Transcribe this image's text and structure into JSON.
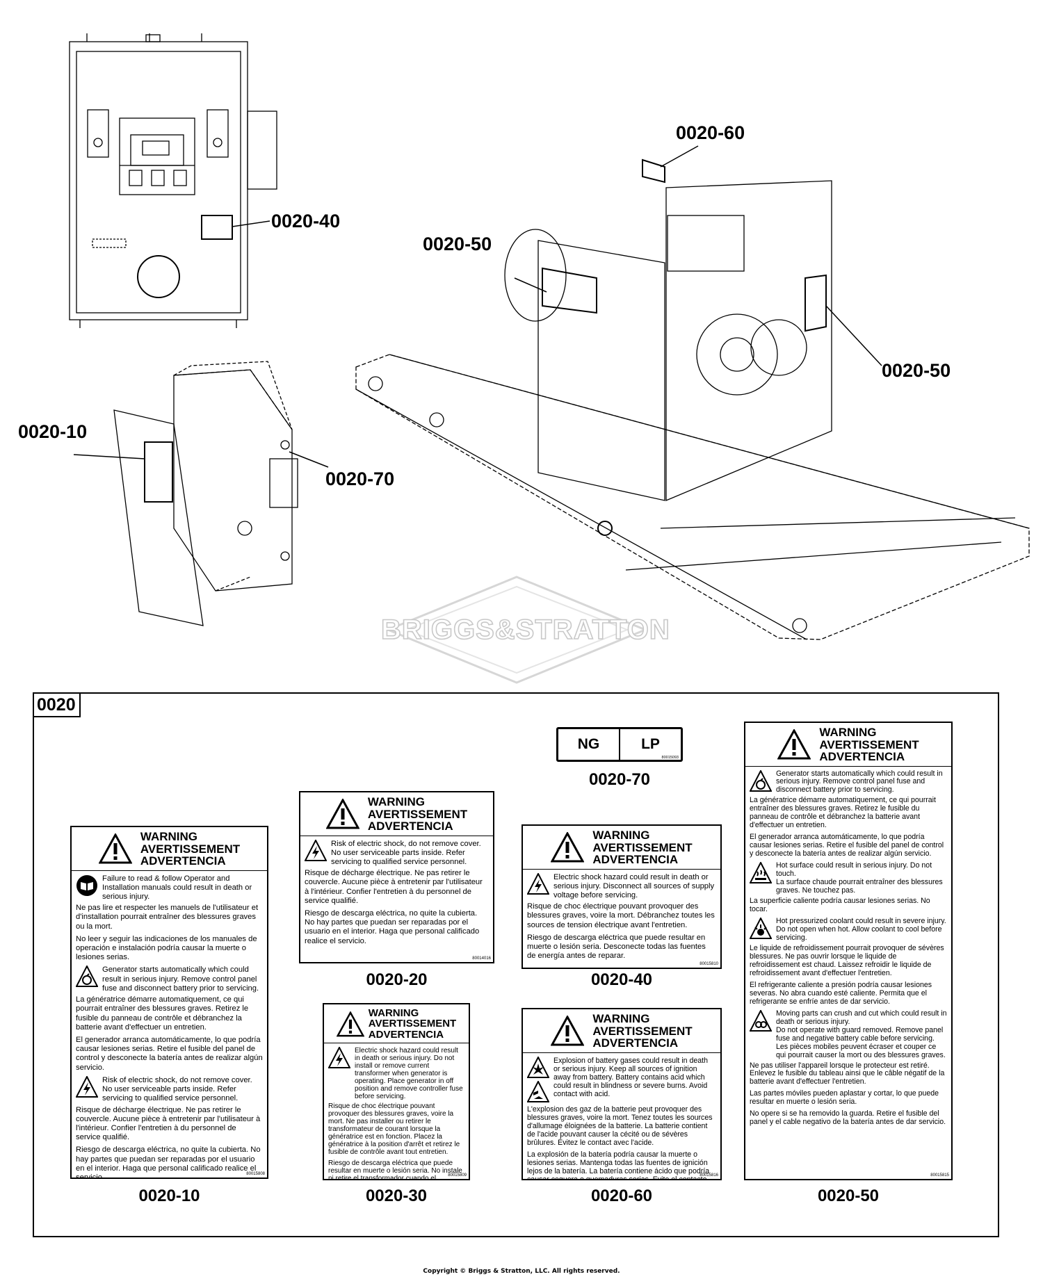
{
  "callouts": {
    "c_0020_40": "0020-40",
    "c_0020_60": "0020-60",
    "c_0020_50_left": "0020-50",
    "c_0020_50_right": "0020-50",
    "c_0020_10": "0020-10",
    "c_0020_70": "0020-70"
  },
  "watermark": "BRIGGS&STRATTON",
  "parts_box": {
    "id": "0020"
  },
  "fuel_tag": {
    "ng": "NG",
    "lp": "LP",
    "part_no": "80015093",
    "caption": "0020-70"
  },
  "warning_words": {
    "w1": "WARNING",
    "w2": "AVERTISSEMENT",
    "w3": "ADVERTENCIA"
  },
  "icons": {
    "manual": "read-manual-icon",
    "auto_start": "automatic-start-icon",
    "shock": "electric-shock-icon",
    "hot": "hot-surface-icon",
    "coolant": "pressurized-coolant-icon",
    "moving": "moving-parts-icon",
    "explosion": "explosion-icon",
    "acid": "acid-burn-icon"
  },
  "label_10": {
    "caption": "0020-10",
    "part_no": "80015808",
    "manual_en": "Failure to read & follow Operator and Installation manuals could result in death or serious injury.",
    "manual_fr": "Ne pas lire et respecter les manuels de l'utilisateur et d'installation pourrait entraîner des blessures graves ou la mort.",
    "manual_es": "No leer y seguir las indicaciones de los manuales de operación e instalación podría causar la muerte o lesiones serias.",
    "auto_en": "Generator starts automatically which could result in serious injury. Remove control panel fuse and disconnect battery prior to servicing.",
    "auto_fr": "La génératrice démarre automatiquement, ce qui pourrait entraîner des blessures graves. Retirez le fusible du panneau de contrôle et débranchez la batterie avant d'effectuer un entretien.",
    "auto_es": "El generador arranca automáticamente, lo que podría causar lesiones serias. Retire el fusible del panel de control y desconecte la batería antes de realizar algún servicio.",
    "shock_en": "Risk of electric shock, do not remove cover. No user serviceable parts inside. Refer servicing to qualified service personnel.",
    "shock_fr": "Risque de décharge électrique. Ne pas retirer le couvercle. Aucune pièce à entretenir par l'utilisateur à l'intérieur. Confier l'entretien à du personnel de service qualifié.",
    "shock_es": "Riesgo de descarga eléctrica, no quite la cubierta. No hay partes que puedan ser reparadas por el usuario en el interior. Haga que personal calificado realice el servicio."
  },
  "label_20": {
    "caption": "0020-20",
    "part_no": "80014016",
    "en": "Risk of electric shock, do not remove cover. No user serviceable parts inside. Refer servicing to qualified service personnel.",
    "fr": "Risque de décharge électrique. Ne pas retirer le couvercle. Aucune pièce à entretenir par l'utilisateur à l'intérieur. Confier l'entretien à du personnel de service qualifié.",
    "es": "Riesgo de descarga eléctrica, no quite la cubierta. No hay partes que puedan ser reparadas por el usuario en el interior. Haga que personal calificado realice el servicio."
  },
  "label_30": {
    "caption": "0020-30",
    "part_no": "80015809",
    "en": "Electric shock hazard could result in death or serious injury. Do not install or remove current transformer when generator is operating. Place generator in off position and remove controller fuse before servicing.",
    "fr": "Risque de choc électrique pouvant provoquer des blessures graves, voire la mort. Ne pas installer ou retirer le transformateur de courant lorsque la génératrice est en fonction. Placez la génératrice à la position d'arrêt et retirez le fusible de contrôle avant tout entretien.",
    "es": "Riesgo de descarga eléctrica que puede resultar en muerte o lesión seria. No instale ni retire el transformador cuando el generador está en funcionamiento. Apague el generador y retire el fusible del controlador antes de reparar."
  },
  "label_40": {
    "caption": "0020-40",
    "part_no": "80015810",
    "en": "Electric shock hazard could result in death or serious injury. Disconnect all sources of supply voltage before servicing.",
    "fr": "Risque de choc électrique pouvant provoquer des blessures graves, voire la mort. Débranchez toutes les sources de tension électrique avant l'entretien.",
    "es": "Riesgo de descarga eléctrica que puede resultar en muerte o lesión seria. Desconecte todas las fuentes de energía antes de reparar."
  },
  "label_60": {
    "caption": "0020-60",
    "part_no": "80015816",
    "en": "Explosion of battery gases could result in death or serious injury. Keep all sources of ignition away from battery. Battery contains acid which could result in blindness or severe burns. Avoid contact with acid.",
    "fr": "L'explosion des gaz de la batterie peut provoquer des blessures graves, voire la mort. Tenez toutes les sources d'allumage éloignées de la batterie. La batterie contient de l'acide pouvant causer la cécité ou de sévères brûlures. Évitez le contact avec l'acide.",
    "es": "La explosión de la batería podría causar la muerte o lesiones serias. Mantenga todas las fuentes de ignición lejos de la batería. La batería contiene ácido que podría causar ceguera o quemaduras serias. Evite el contacto con el ácido."
  },
  "label_50": {
    "caption": "0020-50",
    "part_no": "80015815",
    "auto_en": "Generator starts automatically which could result in serious injury. Remove control panel fuse and disconnect battery prior to servicing.",
    "auto_fr": "La génératrice démarre automatiquement, ce qui pourrait entraîner des blessures graves. Retirez le fusible du panneau de contrôle et débranchez la batterie avant d'effectuer un entretien.",
    "auto_es": "El generador arranca automáticamente, lo que podría causar lesiones serias. Retire el fusible del panel de control y desconecte la batería antes de realizar algún servicio.",
    "hot_en": "Hot surface could result in serious injury. Do not touch.",
    "hot_fr": "La surface chaude pourrait entraîner des blessures graves. Ne touchez pas.",
    "hot_es": "La superficie caliente podría causar lesiones serias. No tocar.",
    "cool_en": "Hot pressurized coolant could result in severe injury. Do not open when hot. Allow coolant to cool before servicing.",
    "cool_fr": "Le liquide de refroidissement pourrait provoquer de sévères blessures. Ne pas ouvrir lorsque le liquide de refroidissement est chaud. Laissez refroidir le liquide de refroidissement avant d'effectuer l'entretien.",
    "cool_es": "El refrigerante caliente a presión podría causar lesiones severas. No abra cuando esté caliente. Permita que el refrigerante se enfríe antes de dar servicio.",
    "move_en1": "Moving parts can crush and cut which could result in death or serious injury.",
    "move_en2": "Do not operate with guard removed. Remove panel fuse and negative battery cable before servicing.",
    "move_fr1": "Les pièces mobiles peuvent écraser et couper ce qui pourrait causer la mort ou des blessures graves.",
    "move_fr2": "Ne pas utiliser l'appareil lorsque le protecteur est retiré. Enlevez le fusible du tableau ainsi que le câble négatif de la batterie avant d'effectuer l'entretien.",
    "move_es1": "Las partes móviles pueden aplastar y cortar, lo que puede resultar en muerte o lesión seria.",
    "move_es2": "No opere si se ha removido la guarda. Retire el fusible del panel y el cable negativo de la batería antes de dar servicio."
  },
  "copyright": "Copyright © Briggs & Stratton, LLC. All rights reserved."
}
